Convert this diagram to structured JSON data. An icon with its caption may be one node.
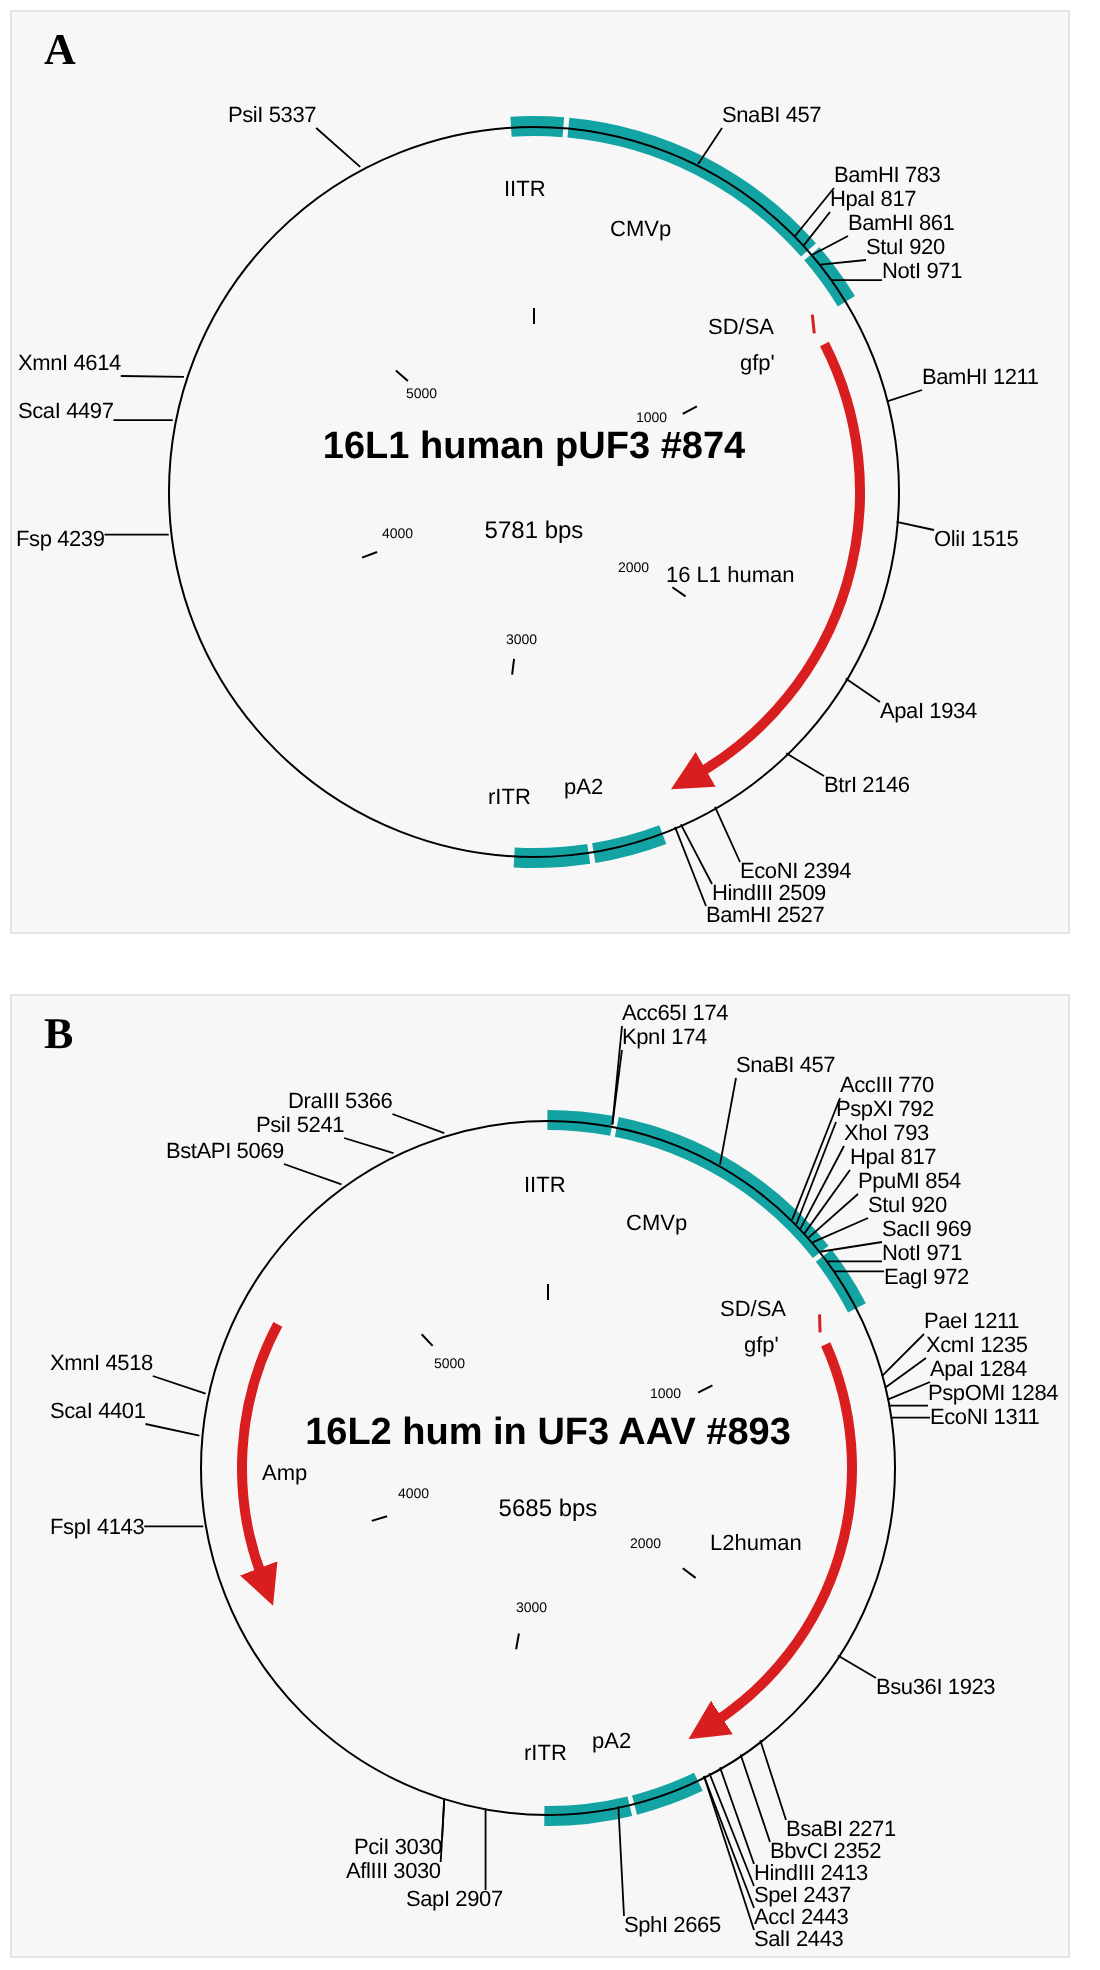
{
  "diagram": {
    "nodes": [
      {
        "text": [
          "A"
        ]
      },
      {
        "text": [
          "16L1 human pUF3 #874",
          "5781 bps"
        ],
        "in": 0
      },
      {
        "text": [
          "PsiI 5337"
        ],
        "in": 0
      },
      {
        "text": [
          "SnaBI 457"
        ],
        "in": 0
      },
      {
        "text": [
          "BamHI 783"
        ],
        "in": 0
      },
      {
        "text": [
          "HpaI 817"
        ],
        "in": 0
      },
      {
        "text": [
          "BamHI 861"
        ],
        "in": 0
      },
      {
        "text": [
          "StuI 920"
        ],
        "in": 0
      },
      {
        "text": [
          "NotI 971"
        ],
        "in": 0
      },
      {
        "text": [
          "XmnI 4614"
        ],
        "in": 0
      },
      {
        "text": [
          "BamHI 1211"
        ],
        "in": 0
      },
      {
        "text": [
          "ScaI 4497"
        ],
        "in": 0
      },
      {
        "text": [
          "Fsp 4239"
        ],
        "in": 0
      },
      {
        "text": [
          "OliI 1515"
        ],
        "in": 0
      },
      {
        "text": [
          "ApaI 1934"
        ],
        "in": 0
      },
      {
        "text": [
          "BtrI 2146"
        ],
        "in": 0
      },
      {
        "text": [
          "EcoNI 2394"
        ],
        "in": 0
      },
      {
        "text": [
          "HindIII 2509"
        ],
        "in": 0
      },
      {
        "text": [
          "BamHI 2527"
        ],
        "in": 0
      },
      {
        "text": [
          "B"
        ]
      },
      {
        "text": [
          "16L2 hum in UF3 AAV #893",
          "5685 bps"
        ],
        "in": 19
      },
      {
        "text": [
          "Acc65I 174"
        ],
        "in": 19
      },
      {
        "text": [
          "KpnI 174"
        ],
        "in": 19
      },
      {
        "text": [
          "SnaBI 457"
        ],
        "in": 19
      },
      {
        "text": [
          "AccIII 770"
        ],
        "in": 19
      },
      {
        "text": [
          "PspXI 792"
        ],
        "in": 19
      },
      {
        "text": [
          "DraIII 5366"
        ],
        "in": 19
      },
      {
        "text": [
          "PsiI 5241"
        ],
        "in": 19
      },
      {
        "text": [
          "XhoI 793"
        ],
        "in": 19
      },
      {
        "text": [
          "BstAPI 5069"
        ],
        "in": 19
      },
      {
        "text": [
          "HpaI 817"
        ],
        "in": 19
      },
      {
        "text": [
          "PpuMI 854"
        ],
        "in": 19
      },
      {
        "text": [
          "StuI 920"
        ],
        "in": 19
      },
      {
        "text": [
          "SacII 969"
        ],
        "in": 19
      },
      {
        "text": [
          "NotI 971"
        ],
        "in": 19
      },
      {
        "text": [
          "EagI 972"
        ],
        "in": 19
      },
      {
        "text": [
          "PaeI 1211"
        ],
        "in": 19
      },
      {
        "text": [
          "XcmI 1235"
        ],
        "in": 19
      },
      {
        "text": [
          "XmnI 4518"
        ],
        "in": 19
      },
      {
        "text": [
          "ApaI 1284"
        ],
        "in": 19
      },
      {
        "text": [
          "PspOMI 1284"
        ],
        "in": 19
      },
      {
        "text": [
          "ScaI 4401"
        ],
        "in": 19
      },
      {
        "text": [
          "EcoNI 1311"
        ],
        "in": 19
      },
      {
        "text": [
          "FspI 4143"
        ],
        "in": 19
      },
      {
        "text": [
          "Bsu36I 1923"
        ],
        "in": 19
      },
      {
        "text": [
          "BsaBI 2271"
        ],
        "in": 19
      },
      {
        "text": [
          "BbvCI 2352"
        ],
        "in": 19
      },
      {
        "text": [
          "HindIII 2413"
        ],
        "in": 19
      },
      {
        "text": [
          "PciI 3030"
        ],
        "in": 19
      },
      {
        "text": [
          "SpeI 2437"
        ],
        "in": 19
      },
      {
        "text": [
          "AflIII 3030"
        ],
        "in": 19
      },
      {
        "text": [
          "AccI 2443"
        ],
        "in": 19
      },
      {
        "text": [
          "SalI 2443"
        ],
        "in": 19
      },
      {
        "text": [
          "SapI 2907"
        ],
        "in": 19
      },
      {
        "text": [
          "SphI 2665"
        ],
        "in": 19
      }
    ],
    "edges": [
      {
        "from": 2,
        "to": 1,
        "arrow": "none"
      },
      {
        "from": 3,
        "to": 1,
        "arrow": "none"
      },
      {
        "from": 4,
        "to": 1,
        "arrow": "none"
      },
      {
        "from": 5,
        "to": 1,
        "arrow": "none"
      },
      {
        "from": 6,
        "to": 1,
        "arrow": "none"
      },
      {
        "from": 7,
        "to": 1,
        "arrow": "none"
      },
      {
        "from": 8,
        "to": 1,
        "arrow": "none"
      },
      {
        "from": 9,
        "to": 1,
        "arrow": "none"
      },
      {
        "from": 10,
        "to": 1,
        "arrow": "none"
      },
      {
        "from": 11,
        "to": 1,
        "arrow": "none"
      },
      {
        "from": 12,
        "to": 1,
        "arrow": "none"
      },
      {
        "from": 13,
        "to": 1,
        "arrow": "none"
      },
      {
        "from": 14,
        "to": 1,
        "arrow": "none"
      },
      {
        "from": 15,
        "to": 1,
        "arrow": "none"
      },
      {
        "from": 16,
        "to": 1,
        "arrow": "none"
      },
      {
        "from": 17,
        "to": 1,
        "arrow": "none"
      },
      {
        "from": 18,
        "to": 1,
        "arrow": "none"
      },
      {
        "from": 21,
        "to": 20,
        "arrow": "none"
      },
      {
        "from": 22,
        "to": 20,
        "arrow": "none"
      },
      {
        "from": 23,
        "to": 20,
        "arrow": "none"
      },
      {
        "from": 24,
        "to": 20,
        "arrow": "none"
      },
      {
        "from": 25,
        "to": 20,
        "arrow": "none"
      },
      {
        "from": 26,
        "to": 20,
        "arrow": "none"
      },
      {
        "from": 27,
        "to": 20,
        "arrow": "none"
      },
      {
        "from": 28,
        "to": 20,
        "arrow": "none"
      },
      {
        "from": 29,
        "to": 20,
        "arrow": "none"
      },
      {
        "from": 30,
        "to": 20,
        "arrow": "none"
      },
      {
        "from": 31,
        "to": 20,
        "arrow": "none"
      },
      {
        "from": 32,
        "to": 20,
        "arrow": "none"
      },
      {
        "from": 33,
        "to": 20,
        "arrow": "none"
      },
      {
        "from": 34,
        "to": 20,
        "arrow": "none"
      },
      {
        "from": 35,
        "to": 20,
        "arrow": "none"
      },
      {
        "from": 36,
        "to": 20,
        "arrow": "none"
      },
      {
        "from": 37,
        "to": 20,
        "arrow": "none"
      },
      {
        "from": 38,
        "to": 20,
        "arrow": "none"
      },
      {
        "from": 39,
        "to": 20,
        "arrow": "none"
      },
      {
        "from": 40,
        "to": 20,
        "arrow": "none"
      },
      {
        "from": 41,
        "to": 20,
        "arrow": "none"
      },
      {
        "from": 42,
        "to": 20,
        "arrow": "none"
      },
      {
        "from": 43,
        "to": 20,
        "arrow": "none"
      },
      {
        "from": 44,
        "to": 20,
        "arrow": "none"
      },
      {
        "from": 45,
        "to": 20,
        "arrow": "none"
      },
      {
        "from": 46,
        "to": 20,
        "arrow": "none"
      },
      {
        "from": 47,
        "to": 20,
        "arrow": "none"
      },
      {
        "from": 48,
        "to": 20,
        "arrow": "none"
      },
      {
        "from": 49,
        "to": 20,
        "arrow": "none"
      },
      {
        "from": 50,
        "to": 20,
        "arrow": "none"
      },
      {
        "from": 51,
        "to": 20,
        "arrow": "none"
      },
      {
        "from": 52,
        "to": 20,
        "arrow": "none"
      },
      {
        "from": 53,
        "to": 20,
        "arrow": "none"
      },
      {
        "from": 54,
        "to": 20,
        "arrow": "none"
      }
    ],
    "labels": [
      "IITR",
      "CMVp",
      "SD/SA",
      "gfp'",
      "5000",
      "1000",
      "4000",
      "2000",
      "16 L1 human",
      "3000",
      "rITR",
      "pA2",
      "IITR",
      "CMVp",
      "SD/SA",
      "gfp'",
      "5000",
      "1000",
      "Amp",
      "4000",
      "2000",
      "L2human",
      "3000",
      "rITR",
      "pA2"
    ]
  }
}
